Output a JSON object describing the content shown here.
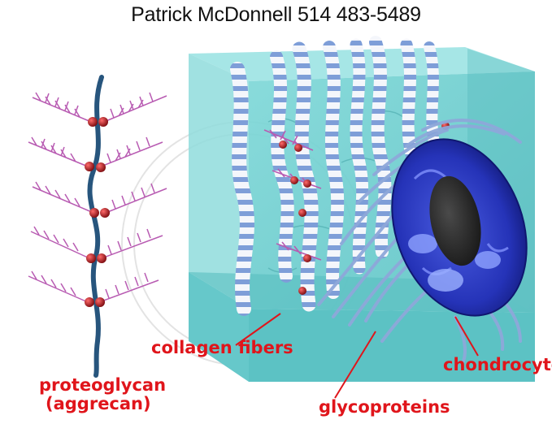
{
  "credit": "Patrick McDonnell 514 483-5489",
  "labels": {
    "collagen": "collagen fibers",
    "proteoglycan": "proteoglycan",
    "aggrecan": "(aggrecan)",
    "glycoproteins": "glycoproteins",
    "chondrocyte": "chondrocyte"
  },
  "colors": {
    "matrix_front": "#6ecfcf",
    "matrix_top": "#a6e6e6",
    "matrix_side": "#4fb7b9",
    "fiber_light": "#f4f6fb",
    "fiber_band": "#7e9ed8",
    "proteoglycan_core": "#27557d",
    "proteoglycan_node": "#b0121a",
    "side_chain": "#b85bb2",
    "cell_outer": "#1e2aa8",
    "nucleus": "#2c2c2c",
    "label_red": "#e0151b"
  }
}
